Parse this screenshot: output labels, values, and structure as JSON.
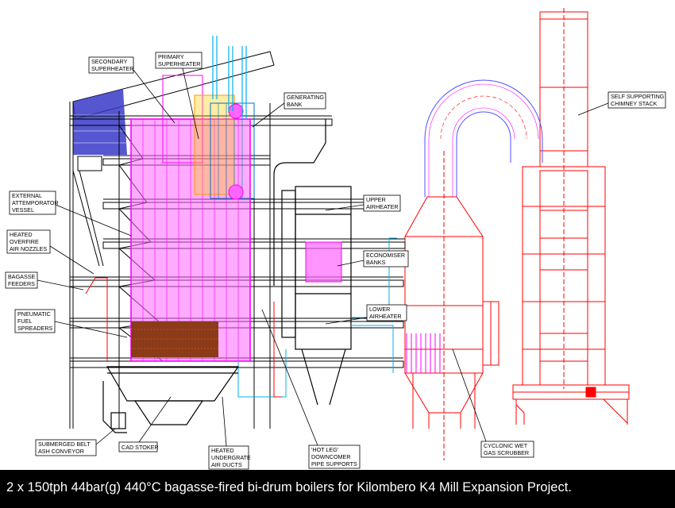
{
  "labels": {
    "secondary_superheater": [
      "SECONDARY",
      "SUPERHEATER"
    ],
    "primary_superheater": [
      "PRIMARY",
      "SUPERHEATER"
    ],
    "generating_bank": [
      "GENERATING",
      "BANK"
    ],
    "self_supporting_chimney": [
      "SELF SUPPORTING",
      "CHIMNEY STACK"
    ],
    "external_attemporator": [
      "EXTERNAL",
      "ATTEMPORATOR",
      "VESSEL"
    ],
    "heated_overfire": [
      "HEATED",
      "OVERFIRE",
      "AIR NOZZLES"
    ],
    "bagasse_feeders": [
      "BAGASSE",
      "FEEDERS"
    ],
    "pneumatic_spreaders": [
      "PNEUMATIC",
      "FUEL",
      "SPREADERS"
    ],
    "upper_airheater": [
      "UPPER",
      "AIRHEATER"
    ],
    "economiser_banks": [
      "ECONOMISER",
      "BANKS"
    ],
    "lower_airheater": [
      "LOWER",
      "AIRHEATER"
    ],
    "submerged_belt": [
      "SUBMERGED BELT",
      "ASH CONVEYOR"
    ],
    "cad_stoker": [
      "CAD STOKER"
    ],
    "heated_undergrate": [
      "HEATED",
      "UNDERGRATE",
      "AIR DUCTS"
    ],
    "hot_leg_downcomer": [
      "'HOT LEG'",
      "DOWNCOMER",
      "PIPE SUPPORTS"
    ],
    "cyclonic_scrubber": [
      "CYCLONIC WET",
      "GAS SCRUBBER"
    ]
  },
  "caption": "2 x 150tph 44bar(g) 440°C bagasse-fired bi-drum boilers for Kilombero K4 Mill Expansion Project.",
  "colors": {
    "structure": "#000000",
    "furnace": "#ff00ff",
    "scrubber": "#ff0000",
    "air_ducts": "#00b0f0",
    "roof": "#3030c0",
    "grate": "#8b3a1a",
    "caption_bar": "#000000",
    "caption_text": "#ffffff"
  }
}
